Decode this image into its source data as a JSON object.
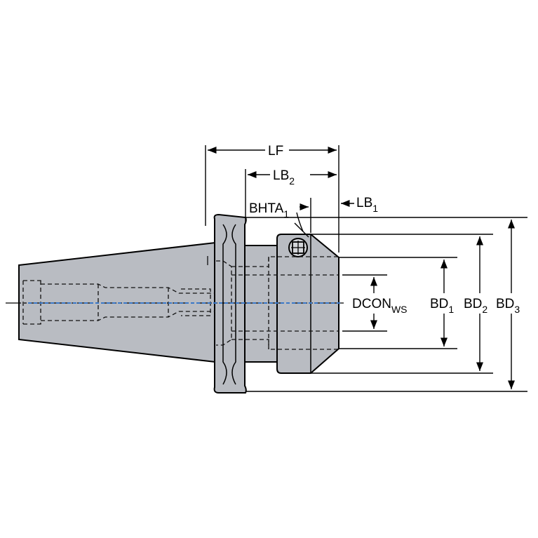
{
  "labels": {
    "lf": "LF",
    "lb2_main": "LB",
    "lb2_sub": "2",
    "lb1_main": "LB",
    "lb1_sub": "1",
    "bhta_main": "BHTA",
    "bhta_sub": "1",
    "dcon_main": "DCON",
    "dcon_sub": "WS",
    "bd1_main": "BD",
    "bd1_sub": "1",
    "bd2_main": "BD",
    "bd2_sub": "2",
    "bd3_main": "BD",
    "bd3_sub": "3"
  },
  "colors": {
    "body": "#b9bcc2",
    "centerline": "#3a78c8",
    "outline": "#000000"
  }
}
